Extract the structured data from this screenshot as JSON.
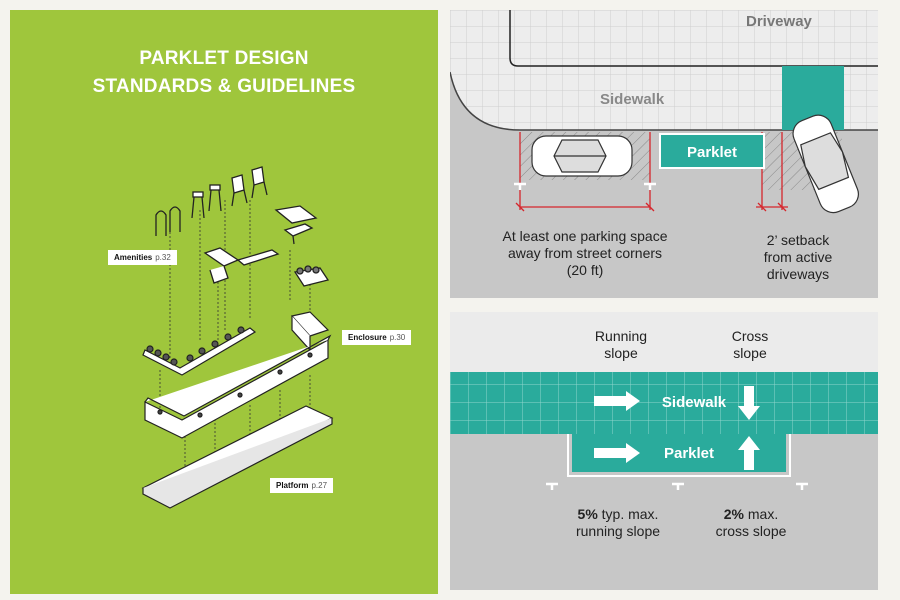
{
  "left_panel": {
    "title_line1": "PARKLET DESIGN",
    "title_line2": "STANDARDS & GUIDELINES",
    "callouts": {
      "amenities": {
        "label": "Amenities",
        "page": "p.32"
      },
      "enclosure": {
        "label": "Enclosure",
        "page": "p.30"
      },
      "platform": {
        "label": "Platform",
        "page": "p.27"
      }
    }
  },
  "top_diagram": {
    "driveway": "Driveway",
    "sidewalk": "Sidewalk",
    "parklet": "Parklet",
    "caption_left": [
      "At least one parking space",
      "away from street corners",
      "(20 ft)"
    ],
    "caption_right": [
      "2’ setback",
      "from active",
      "driveways"
    ]
  },
  "bottom_diagram": {
    "running_slope": [
      "Running",
      "slope"
    ],
    "cross_slope": [
      "Cross",
      "slope"
    ],
    "sidewalk": "Sidewalk",
    "parklet": "Parklet",
    "caption_left": {
      "value": "5%",
      "rest_line1": " typ. max.",
      "line2": "running slope"
    },
    "caption_right": {
      "value": "2%",
      "rest_line1": " max.",
      "line2": "cross slope"
    }
  },
  "colors": {
    "green": "#9fc63c",
    "teal": "#2aab9c",
    "asphalt": "#c7c7c7",
    "sidewalk": "#ededed",
    "red": "#d5262c"
  }
}
